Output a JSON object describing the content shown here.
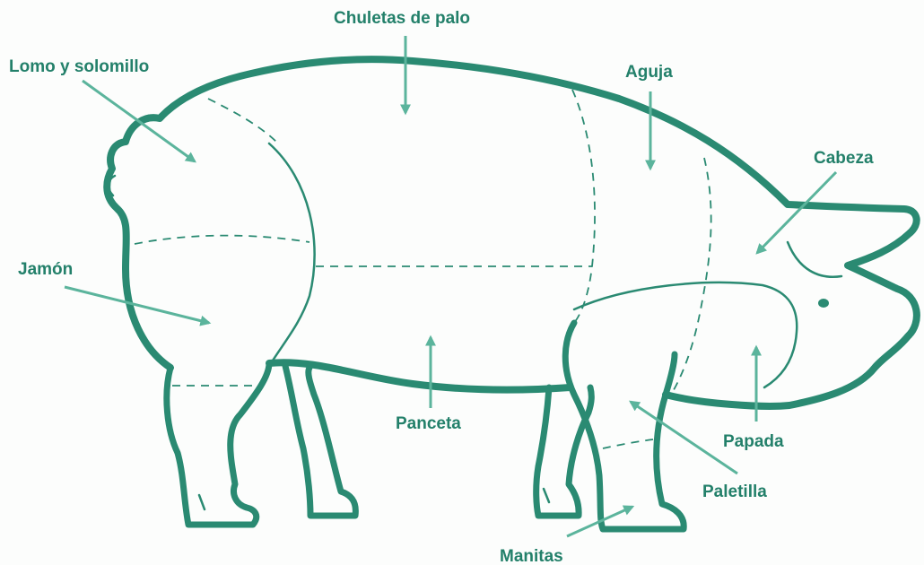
{
  "colors": {
    "outline": "#2a8a72",
    "arrow": "#5bb49c",
    "text": "#23806a",
    "background": "#fcfdfc"
  },
  "labels": {
    "chuletas": "Chuletas de palo",
    "lomo": "Lomo y solomillo",
    "aguja": "Aguja",
    "cabeza": "Cabeza",
    "jamon": "Jamón",
    "panceta": "Panceta",
    "papada": "Papada",
    "paletilla": "Paletilla",
    "manitas": "Manitas"
  }
}
